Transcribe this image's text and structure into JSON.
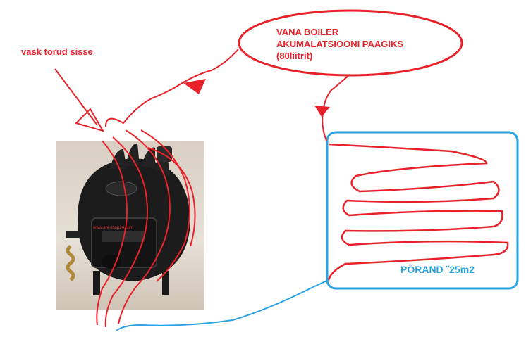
{
  "annotations": {
    "pipe_note": "vask torud sisse",
    "boiler_line1": "VANA BOILER",
    "boiler_line2": "AKUMALATSIOONI PAAGIKS",
    "boiler_line3": "(80liitrit)",
    "floor_label": "PÕRAND ˇ25m2"
  },
  "stove_photo": {
    "website_text": "www.ahi-shop24.com"
  },
  "colors": {
    "red": "#e8222a",
    "blue": "#2aa3e0",
    "stove_black": "#1a1a1a",
    "photo_bg": "#ddd4c8"
  }
}
